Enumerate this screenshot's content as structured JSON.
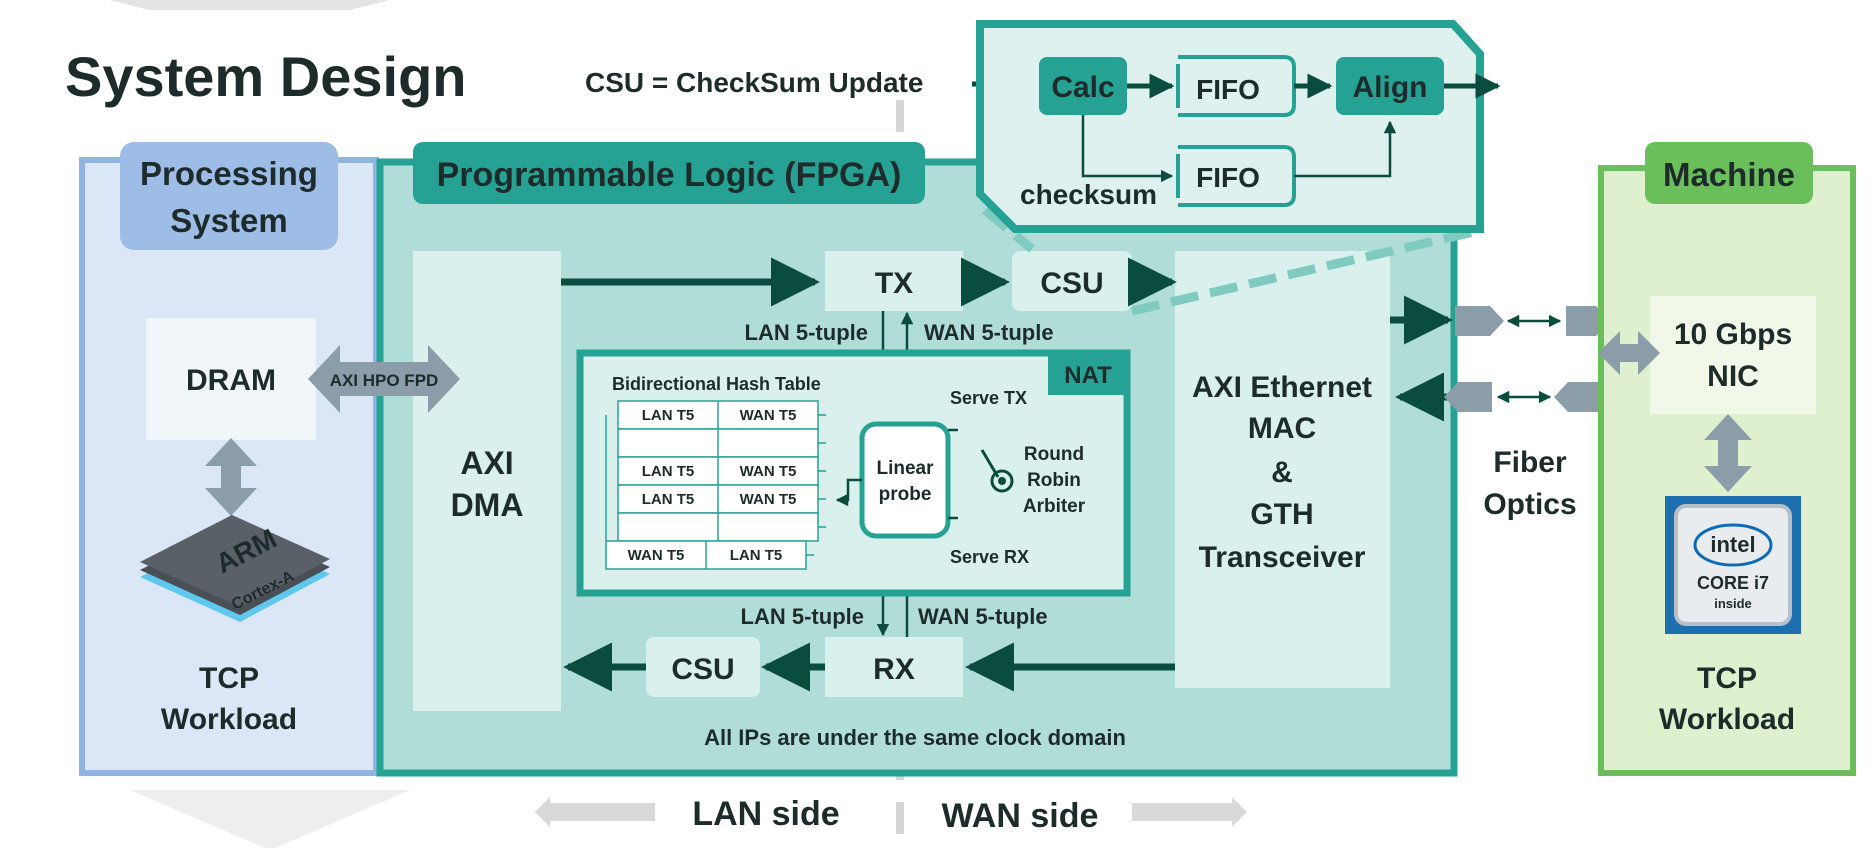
{
  "title": "System Design",
  "csu_legend": "CSU = CheckSum Update",
  "csu_detail": {
    "calc": "Calc",
    "fifo_top": "FIFO",
    "fifo_bottom": "FIFO",
    "align": "Align",
    "checksum": "checksum"
  },
  "processing_system": {
    "title_line1": "Processing",
    "title_line2": "System",
    "dram": "DRAM",
    "workload_line1": "TCP",
    "workload_line2": "Workload"
  },
  "arm_chip": {
    "brand": "ARM",
    "model": "Cortex-A"
  },
  "axi_link": "AXI HPO FPD",
  "fpga": {
    "title": "Programmable Logic (FPGA)",
    "axi_dma_line1": "AXI",
    "axi_dma_line2": "DMA",
    "tx": "TX",
    "rx": "RX",
    "csu_tx": "CSU",
    "csu_rx": "CSU",
    "lan_tuple_top": "LAN 5-tuple",
    "wan_tuple_top": "WAN 5-tuple",
    "lan_tuple_bottom": "LAN 5-tuple",
    "wan_tuple_bottom": "WAN 5-tuple",
    "clock_note": "All IPs are under the same clock domain"
  },
  "nat": {
    "badge": "NAT",
    "hash_table_title": "Bidirectional Hash Table",
    "rows": [
      [
        "LAN T5",
        "WAN T5"
      ],
      [
        "",
        ""
      ],
      [
        "LAN T5",
        "WAN T5"
      ],
      [
        "LAN T5",
        "WAN T5"
      ],
      [
        "",
        ""
      ],
      [
        "WAN T5",
        "LAN T5"
      ]
    ],
    "probe_line1": "Linear",
    "probe_line2": "probe",
    "serve_tx": "Serve TX",
    "serve_rx": "Serve RX",
    "arbiter_line1": "Round",
    "arbiter_line2": "Robin",
    "arbiter_line3": "Arbiter"
  },
  "ethernet": {
    "line1": "AXI Ethernet",
    "line2": "MAC",
    "line3": "&",
    "line4": "GTH",
    "line5": "Transceiver"
  },
  "fiber": {
    "line1": "Fiber",
    "line2": "Optics"
  },
  "machine": {
    "title": "Machine",
    "nic_line1": "10 Gbps",
    "nic_line2": "NIC",
    "cpu_brand": "intel",
    "cpu_model": "CORE i7",
    "cpu_sub": "inside",
    "workload_line1": "TCP",
    "workload_line2": "Workload"
  },
  "footer": {
    "lan_side": "LAN side",
    "wan_side": "WAN side"
  },
  "colors": {
    "teal_dark": "#25a294",
    "teal_bg": "#b1ddd8",
    "blue_bg": "#dbe7f6",
    "blue_border": "#8fb4e3",
    "green_bg": "#dff0cf",
    "green_border": "#6bbf5b",
    "arrow_dark": "#0a4d3e"
  }
}
